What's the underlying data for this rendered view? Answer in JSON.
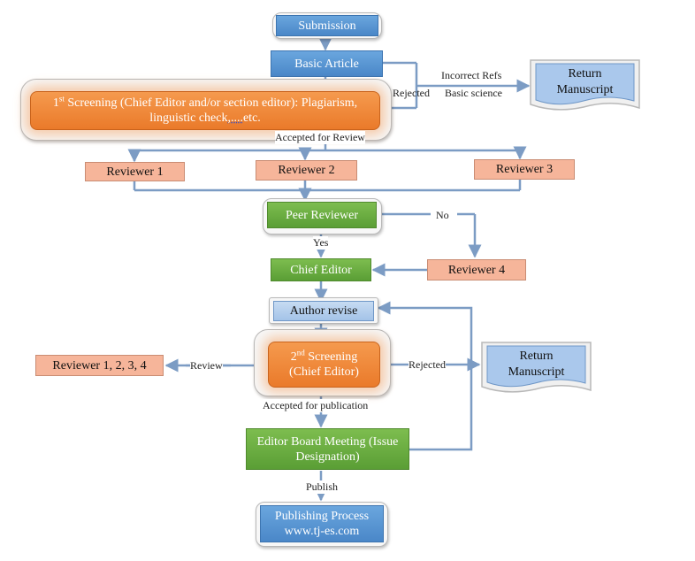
{
  "nodes": {
    "submission": "Submission",
    "basic_article": "Basic Article",
    "first_screening": {
      "ordinal": "1",
      "sup": "st",
      "line1": " Screening (Chief Editor and/or section editor): Plagiarism,",
      "line2_pre": "linguistic check",
      "line2_dots": ",....",
      "line2_post": "etc."
    },
    "return_manuscript_1": {
      "line1": "Return",
      "line2": "Manuscript"
    },
    "reviewer_1": "Reviewer 1",
    "reviewer_2": "Reviewer 2",
    "reviewer_3": "Reviewer 3",
    "peer_reviewer": "Peer Reviewer",
    "chief_editor": "Chief Editor",
    "reviewer_4": "Reviewer 4",
    "author_revise": "Author revise",
    "second_screening": {
      "ordinal": "2",
      "sup": "nd",
      "line1_post": " Screening",
      "line2": "(Chief Editor)"
    },
    "reviewers_all": "Reviewer 1, 2, 3, 4",
    "return_manuscript_2": {
      "line1": "Return",
      "line2": "Manuscript"
    },
    "editor_board": {
      "line1": "Editor Board Meeting (Issue",
      "line2": "Designation)"
    },
    "publishing": {
      "line1": "Publishing Process",
      "line2": "www.tj-es.com"
    }
  },
  "labels": {
    "incorrect_refs": "Incorrect Refs",
    "basic_science": "Basic science",
    "rejected_1": "Rejected",
    "accepted_for_review": "Accepted for Review",
    "no": "No",
    "yes": "Yes",
    "review": "Review",
    "rejected_2": "Rejected",
    "accepted_for_publication": "Accepted for publication",
    "publish": "Publish"
  },
  "colors": {
    "blue_box": "#4a87c8",
    "light_blue_box": "#a4c3e8",
    "salmon_box": "#f6b59a",
    "green_box": "#5a9e35",
    "orange_box": "#ea7a2a",
    "connector": "#7c9cc4"
  }
}
